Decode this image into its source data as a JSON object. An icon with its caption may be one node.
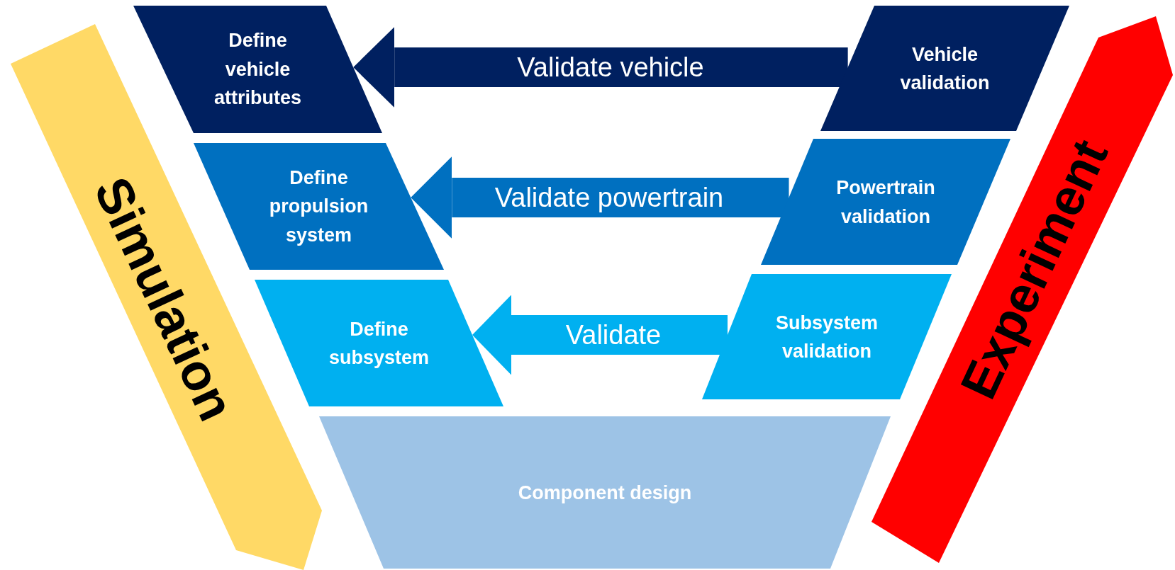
{
  "diagram": {
    "nodes": [
      {
        "text": [
          "Define vehicle attributes"
        ]
      },
      {
        "text": [
          "Define propulsion system"
        ]
      },
      {
        "text": [
          "Define subsystem"
        ]
      },
      {
        "text": [
          "Component design"
        ]
      },
      {
        "text": [
          "Subsystem validation"
        ]
      },
      {
        "text": [
          "Powertrain validation"
        ]
      },
      {
        "text": [
          "Vehicle validation"
        ]
      },
      {
        "text": [
          "Simulation"
        ]
      },
      {
        "text": [
          "Experiment"
        ]
      }
    ],
    "edges": [
      {
        "from": 6,
        "to": 0,
        "arrow": "to",
        "label": "Validate vehicle",
        "color": "#002060"
      },
      {
        "from": 5,
        "to": 1,
        "arrow": "to",
        "label": "Validate powertrain",
        "color": "#0070c0"
      },
      {
        "from": 4,
        "to": 2,
        "arrow": "to",
        "label": "Validate",
        "color": "#00b0f0"
      }
    ]
  }
}
